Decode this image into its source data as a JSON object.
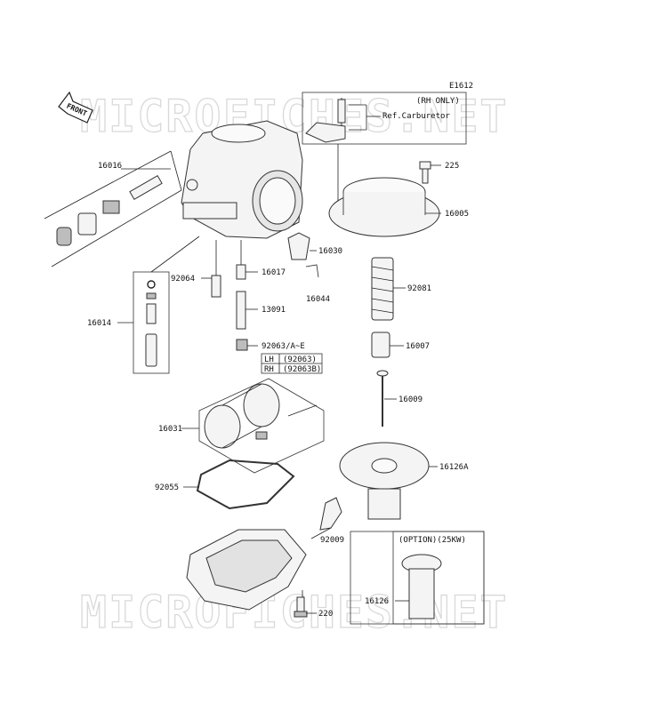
{
  "figure_code": "E1612",
  "front_label": "FRONT",
  "watermark": "MICROFICHES.NET",
  "rh_box": {
    "title": "(RH ONLY)",
    "ref": "Ref.Carburetor"
  },
  "option_box": {
    "title": "(OPTION)(25KW)"
  },
  "side_table": [
    {
      "side": "LH",
      "part": "(92063)"
    },
    {
      "side": "RH",
      "part": "(92063B)"
    }
  ],
  "parts": [
    {
      "number": "16016"
    },
    {
      "number": "16014"
    },
    {
      "number": "92064"
    },
    {
      "number": "16017"
    },
    {
      "number": "13091"
    },
    {
      "number": "92063/A~E"
    },
    {
      "number": "16030"
    },
    {
      "number": "16044"
    },
    {
      "number": "225"
    },
    {
      "number": "16005"
    },
    {
      "number": "92081"
    },
    {
      "number": "16007"
    },
    {
      "number": "16009"
    },
    {
      "number": "16031"
    },
    {
      "number": "92055"
    },
    {
      "number": "16126A"
    },
    {
      "number": "92009"
    },
    {
      "number": "220"
    },
    {
      "number": "16126"
    }
  ]
}
